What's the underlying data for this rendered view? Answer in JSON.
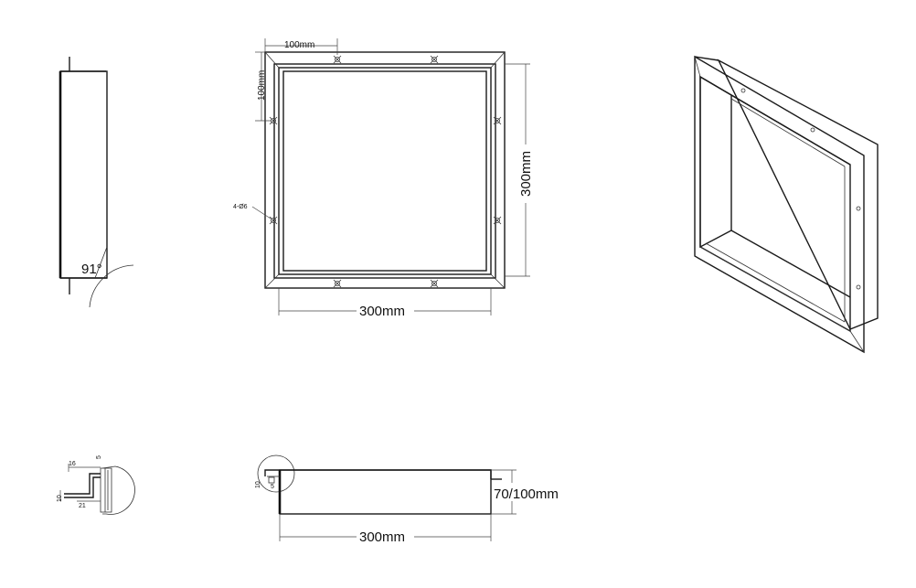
{
  "labels": {
    "angle": "91°",
    "top_width": "100mm",
    "left_height": "100mm",
    "hole_spec": "4-Ø6",
    "front_height": "300mm",
    "front_width": "300mm",
    "depth": "70/100mm",
    "bottom_width": "300mm",
    "detail_16": "16",
    "detail_21": "21",
    "detail_10": "10",
    "detail_5": "5"
  }
}
